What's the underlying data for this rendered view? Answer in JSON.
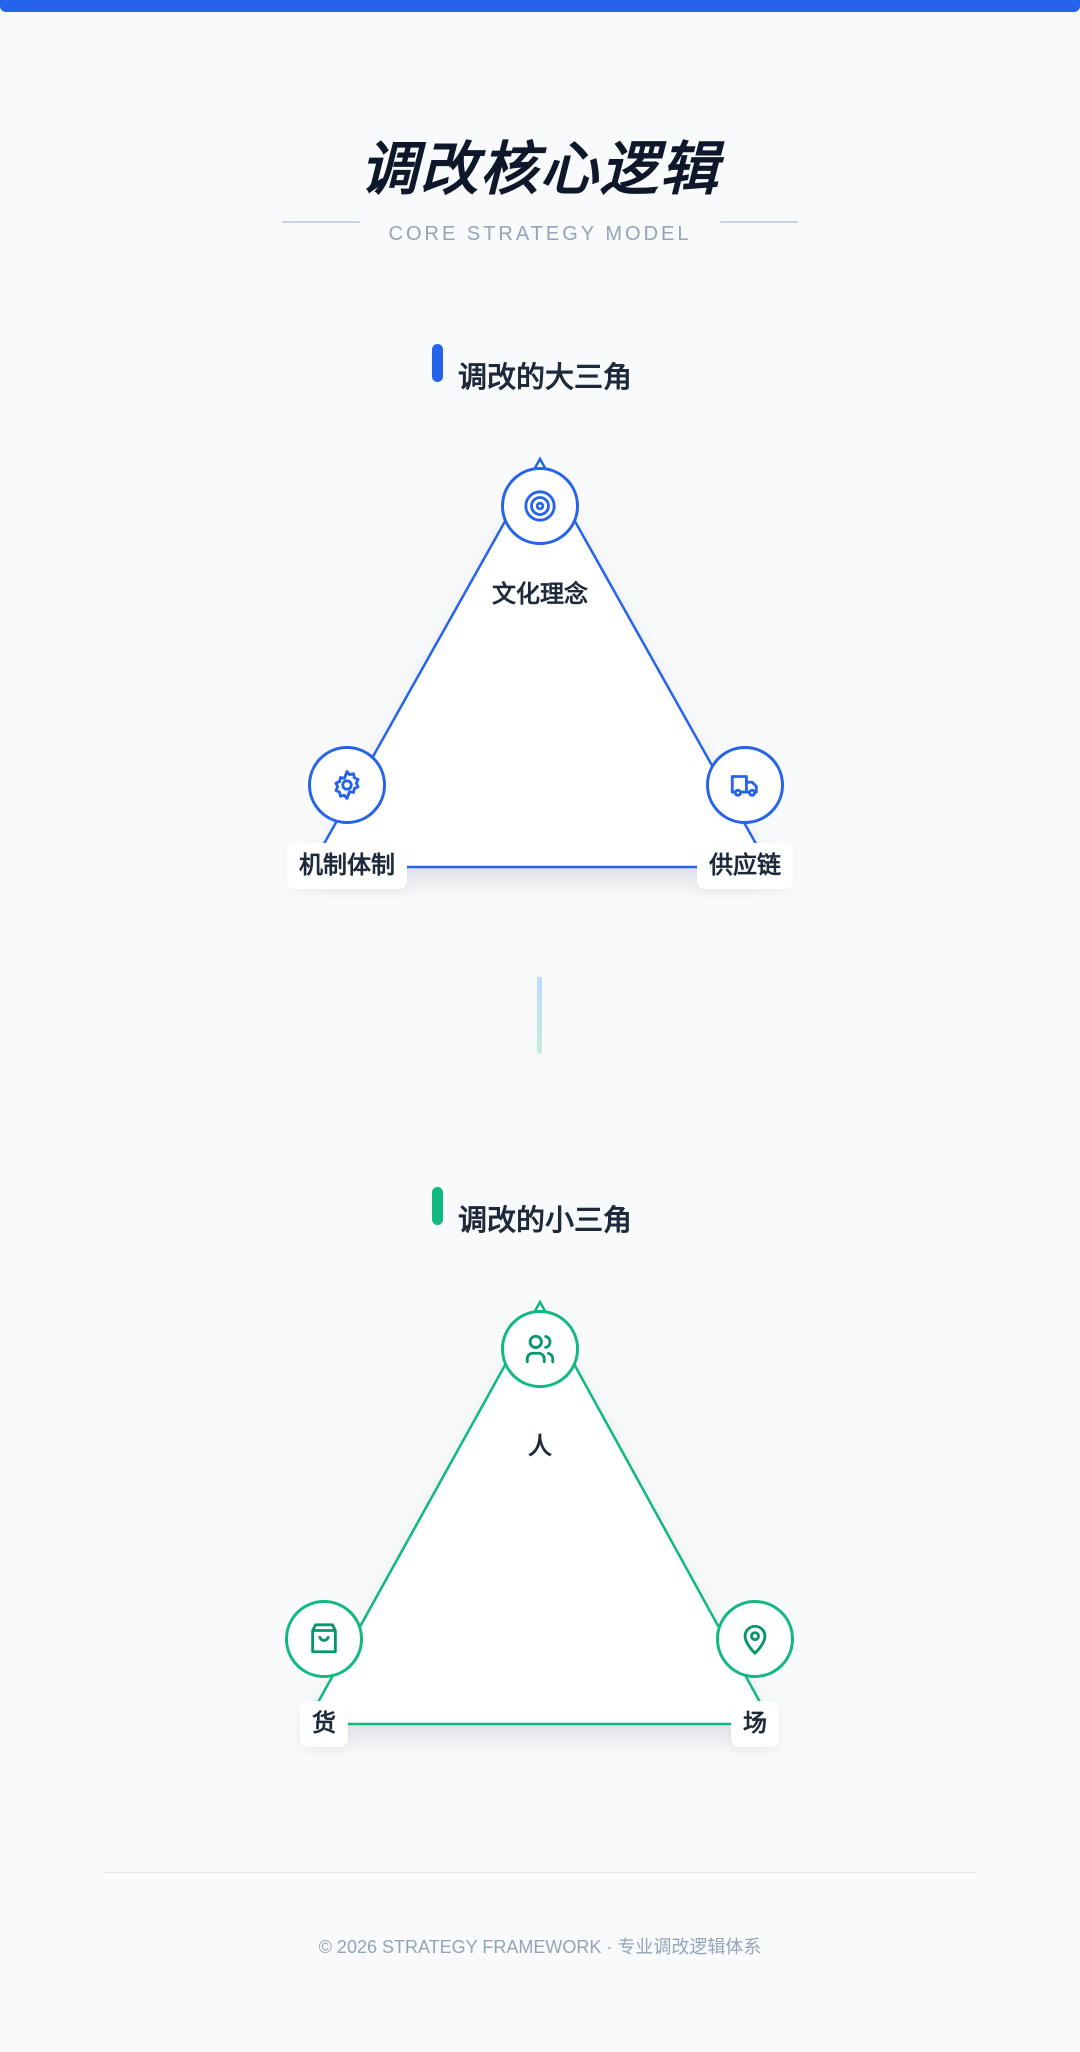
{
  "header": {
    "title": "调改核心逻辑",
    "subtitle": "CORE STRATEGY MODEL"
  },
  "colors": {
    "blue": "#2563EB",
    "green": "#10B981",
    "green_icon": "#059669"
  },
  "sections": [
    {
      "title": "调改的大三角",
      "nodes": [
        {
          "label": "文化理念",
          "icon": "target-icon"
        },
        {
          "label": "机制体制",
          "icon": "gear-icon"
        },
        {
          "label": "供应链",
          "icon": "truck-icon"
        }
      ]
    },
    {
      "title": "调改的小三角",
      "nodes": [
        {
          "label": "人",
          "icon": "users-icon"
        },
        {
          "label": "货",
          "icon": "shopping-bag-icon"
        },
        {
          "label": "场",
          "icon": "map-pin-icon"
        }
      ]
    }
  ],
  "footer": {
    "text": "© 2026 STRATEGY FRAMEWORK · 专业调改逻辑体系"
  }
}
